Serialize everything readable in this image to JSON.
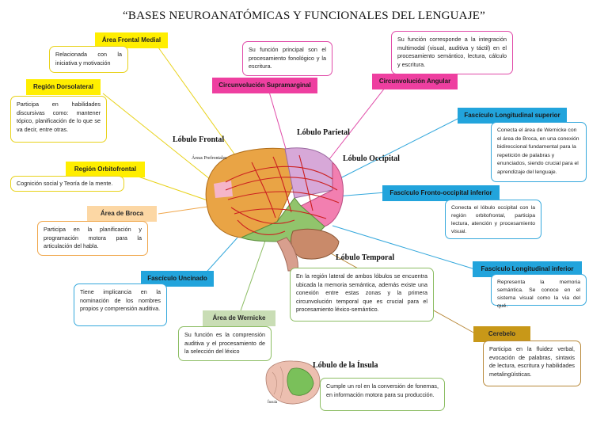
{
  "title": "“BASES NEUROANATÓMICAS Y FUNCIONALES DEL LENGUAJE”",
  "regions": {
    "frontal": "Lóbulo Frontal",
    "prefrontal": "Áreas Prefrontales",
    "parietal": "Lóbulo Parietal",
    "occipital": "Lóbulo Occipital",
    "temporal": "Lóbulo Temporal",
    "insula": "Lóbulo de la Ínsula",
    "insula_small": "Ínsula"
  },
  "nodes": {
    "frontal_medial": {
      "label": "Área Frontal Medial",
      "text": "Relacionada con la iniciativa y motivación"
    },
    "dorsolateral": {
      "label": "Región Dorsolateral",
      "text": "Participa en habilidades discursivas como: mantener tópico, planificación de lo que se va decir, entre otras."
    },
    "orbitofrontal": {
      "label": "Región Orbitofrontal",
      "text": "Cognición social y Teoría de la mente."
    },
    "broca": {
      "label": "Área de Broca",
      "text": "Participa en la planificación y programación motora para la articulación del habla."
    },
    "uncinado": {
      "label": "Fascículo Uncinado",
      "text": "Tiene implicancia en la nominación de los nombres propios y comprensión auditiva."
    },
    "wernicke": {
      "label": "Área de Wernicke",
      "text": "Su función es la comprensión auditiva y el procesamiento de la selección del léxico"
    },
    "supramarginal": {
      "label": "Circunvolución Supramarginal",
      "text": "Su función principal son el procesamiento fonológico y la escritura."
    },
    "angular": {
      "label": "Circunvolución Angular",
      "text": "Su función corresponde a la integración multimodal (visual, auditiva y táctil) en el procesamiento semántico, lectura, cálculo y escritura."
    },
    "long_superior": {
      "label": "Fascículo Longitudinal superior",
      "text": "Conecta el área de Wernicke con el área de Broca, en una conexión bidireccional fundamental para la repetición de palabras y enunciados, siendo crucial para el aprendizaje del lenguaje."
    },
    "fronto_occipital": {
      "label": "Fascículo Fronto-occipital inferior",
      "text": "Conecta el lóbulo occipital con la región orbitofrontal, participa lectura, atención y procesamiento visual."
    },
    "long_inferior": {
      "label": "Fascículo Longitudinal inferior",
      "text": "Representa la memoria semántica. Se conoce en el sistema visual como la vía del qué."
    },
    "cerebelo": {
      "label": "Cerebelo",
      "text": "Participa en la fluidez verbal, evocación de palabras, sintaxis de lectura, escritura y habilidades metalingüísticas."
    },
    "temporal": {
      "text": "En la región lateral de ambos lóbulos se encuentra ubicada la memoria semántica, además existe una conexión entre estas zonas y la primera circunvolución temporal que es crucial para el procesamiento léxico-semántico."
    },
    "insula": {
      "text": "Cumple un rol en la conversión de fonemas, en información motora para su producción."
    }
  },
  "colors": {
    "yellow": "#ffee00",
    "magenta": "#ee3fa0",
    "blue": "#22a4dc",
    "green": "#c9ddb5",
    "orange": "#fcd7a4",
    "gold": "#c89818"
  }
}
